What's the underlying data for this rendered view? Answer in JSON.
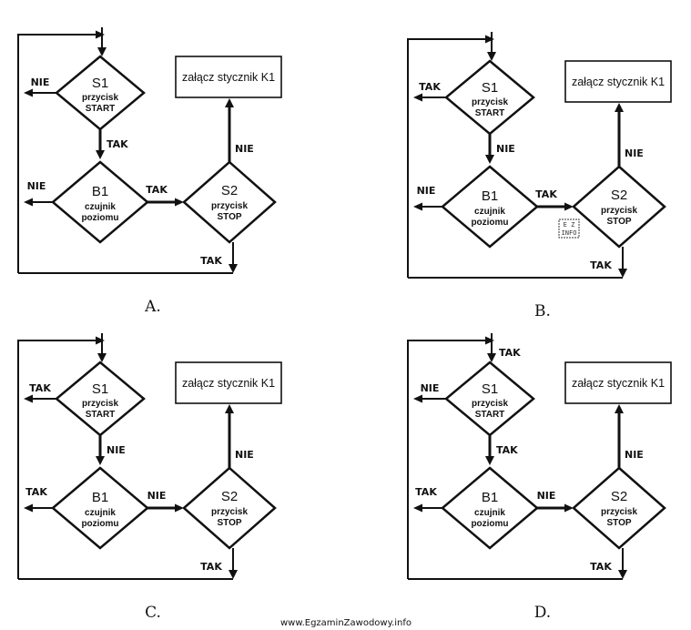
{
  "options": [
    {
      "label": "A.",
      "box": "załącz stycznik K1",
      "s1": {
        "name": "S1",
        "line1": "przycisk",
        "line2": "START",
        "left": "NIE",
        "down": "TAK"
      },
      "b1": {
        "name": "B1",
        "line1": "czujnik",
        "line2": "poziomu",
        "left": "NIE",
        "right": "TAK"
      },
      "s2": {
        "name": "S2",
        "line1": "przycisk",
        "line2": "STOP",
        "up": "NIE",
        "down": "TAK"
      }
    },
    {
      "label": "B.",
      "box": "załącz stycznik K1",
      "s1": {
        "name": "S1",
        "line1": "przycisk",
        "line2": "START",
        "left": "TAK",
        "down": "NIE"
      },
      "b1": {
        "name": "B1",
        "line1": "czujnik",
        "line2": "poziomu",
        "left": "NIE",
        "right": "TAK"
      },
      "s2": {
        "name": "S2",
        "line1": "przycisk",
        "line2": "STOP",
        "up": "NIE",
        "down": "TAK"
      }
    },
    {
      "label": "C.",
      "box": "załącz stycznik K1",
      "s1": {
        "name": "S1",
        "line1": "przycisk",
        "line2": "START",
        "left": "TAK",
        "down": "NIE"
      },
      "b1": {
        "name": "B1",
        "line1": "czujnik",
        "line2": "poziomu",
        "left": "TAK",
        "right": "NIE"
      },
      "s2": {
        "name": "S2",
        "line1": "przycisk",
        "line2": "STOP",
        "up": "NIE",
        "down": "TAK"
      }
    },
    {
      "label": "D.",
      "box": "załącz stycznik K1",
      "entry": "TAK",
      "s1": {
        "name": "S1",
        "line1": "przycisk",
        "line2": "START",
        "left": "NIE",
        "down": "TAK"
      },
      "b1": {
        "name": "B1",
        "line1": "czujnik",
        "line2": "poziomu",
        "left": "TAK",
        "right": "NIE"
      },
      "s2": {
        "name": "S2",
        "line1": "przycisk",
        "line2": "STOP",
        "up": "NIE",
        "down": "TAK"
      }
    }
  ],
  "icon": {
    "name": "ez-info-icon",
    "line1": "E Z",
    "line2": "INFO"
  },
  "watermark": "www.EgzaminZawodowy.info"
}
